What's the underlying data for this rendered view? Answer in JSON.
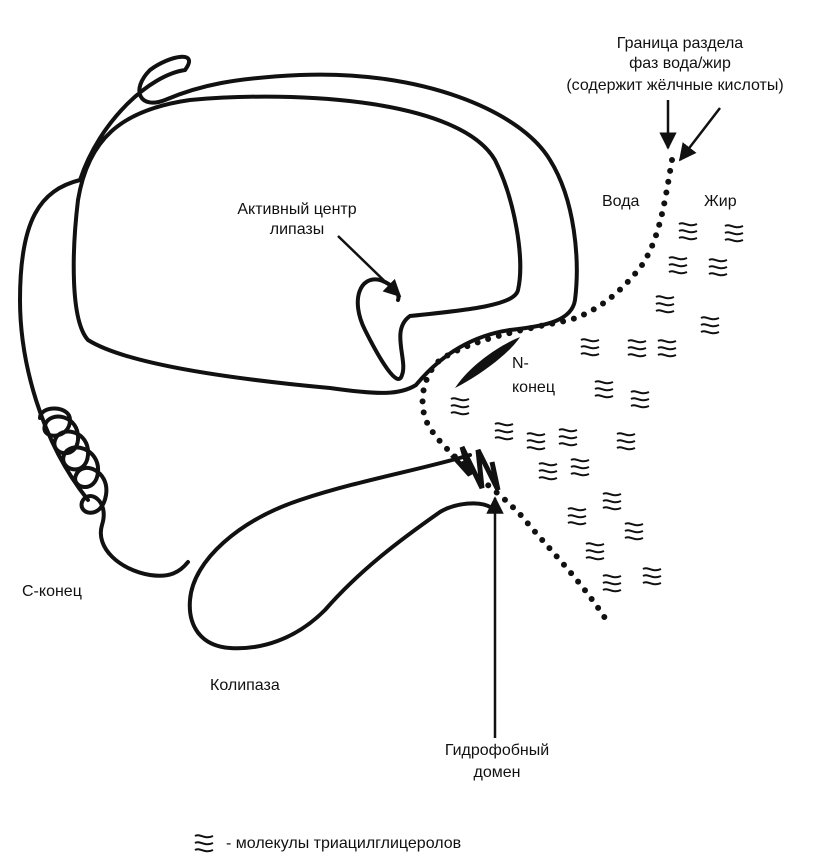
{
  "labels": {
    "boundary_line1": "Граница раздела",
    "boundary_line2": "фаз вода/жир",
    "boundary_line3": "(содержит жёлчные кислоты)",
    "water": "Вода",
    "fat": "Жир",
    "active_center_line1": "Активный центр",
    "active_center_line2": "липазы",
    "n_terminus_line1": "N-",
    "n_terminus_line2": "конец",
    "c_terminus": "С-конец",
    "colipase": "Колипаза",
    "hydrophobic_line1": "Гидрофобный",
    "hydrophobic_line2": "домен"
  },
  "legend": {
    "symbol": "≋",
    "text": "-  молекулы триацилглицеролов"
  },
  "colors": {
    "ink": "#111111",
    "background": "#ffffff"
  }
}
